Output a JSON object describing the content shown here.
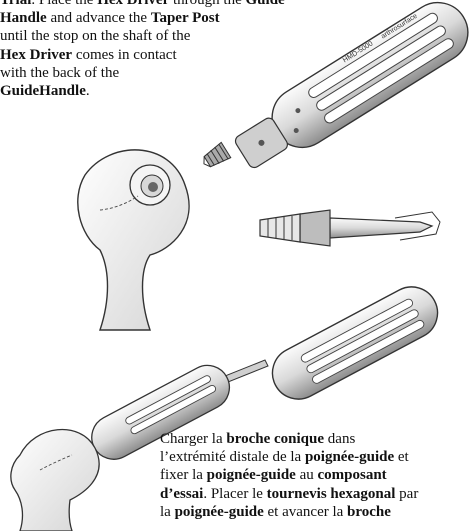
{
  "instructions_en": {
    "lines": [
      [
        {
          "t": "Trial",
          "b": true
        },
        {
          "t": ". Place the ",
          "b": false
        },
        {
          "t": "Hex Driver",
          "b": true
        },
        {
          "t": " through the ",
          "b": false
        },
        {
          "t": "Guide",
          "b": true
        }
      ],
      [
        {
          "t": "Handle",
          "b": true
        },
        {
          "t": " and advance the ",
          "b": false
        },
        {
          "t": "Taper Post",
          "b": true
        }
      ],
      [
        {
          "t": "until the stop on the shaft of the",
          "b": false
        }
      ],
      [
        {
          "t": "Hex Driver",
          "b": true
        },
        {
          "t": " comes in contact",
          "b": false
        }
      ],
      [
        {
          "t": "with the back of the",
          "b": false
        }
      ],
      [
        {
          "t": "GuideHandle",
          "b": true
        },
        {
          "t": ".",
          "b": false
        }
      ]
    ]
  },
  "instructions_fr": {
    "lines": [
      [
        {
          "t": "Charger la ",
          "b": false
        },
        {
          "t": "broche conique",
          "b": true
        },
        {
          "t": " dans",
          "b": false
        }
      ],
      [
        {
          "t": "l’extrémité distale de la ",
          "b": false
        },
        {
          "t": "poignée-guide",
          "b": true
        },
        {
          "t": " et",
          "b": false
        }
      ],
      [
        {
          "t": "fixer la ",
          "b": false
        },
        {
          "t": "poignée-guide",
          "b": true
        },
        {
          "t": " au ",
          "b": false
        },
        {
          "t": "composant",
          "b": true
        }
      ],
      [
        {
          "t": "d’essai",
          "b": true
        },
        {
          "t": ". Placer le ",
          "b": false
        },
        {
          "t": "tournevis hexagonal",
          "b": true
        },
        {
          "t": " par",
          "b": false
        }
      ],
      [
        {
          "t": "la ",
          "b": false
        },
        {
          "t": "poignée-guide",
          "b": true
        },
        {
          "t": " et avancer la ",
          "b": false
        },
        {
          "t": "broche",
          "b": true
        }
      ]
    ]
  },
  "illustration": {
    "handle_engraving_1": "HMD-5000",
    "handle_engraving_2": "arthrosurface",
    "icons": [
      "guide-handle-illustration",
      "humeral-head-illustration",
      "taper-post-closeup-illustration",
      "hex-driver-assembly-illustration"
    ]
  }
}
